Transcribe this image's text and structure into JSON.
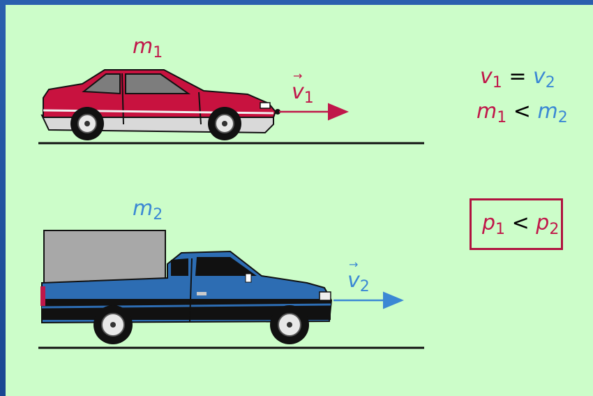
{
  "labels": {
    "m1": {
      "sym": "m",
      "sub": "1"
    },
    "m2": {
      "sym": "m",
      "sub": "2"
    },
    "v1": {
      "sym": "v",
      "sub": "1"
    },
    "v2": {
      "sym": "v",
      "sub": "2"
    }
  },
  "relations": {
    "velocity": {
      "lhs": "v",
      "lhs_sub": "1",
      "op": "=",
      "rhs": "v",
      "rhs_sub": "2"
    },
    "mass": {
      "lhs": "m",
      "lhs_sub": "1",
      "op": "<",
      "rhs": "m",
      "rhs_sub": "2"
    },
    "momentum": {
      "lhs": "p",
      "lhs_sub": "1",
      "op": "<",
      "rhs": "p",
      "rhs_sub": "2"
    }
  },
  "colors": {
    "background": "#ccfdc9",
    "frame": "#1d4f9c",
    "car": "#c0174a",
    "truck": "#3b88d4",
    "box": "#b0123f"
  },
  "icons": {
    "car": "sports-car-icon",
    "truck": "pickup-truck-icon"
  }
}
